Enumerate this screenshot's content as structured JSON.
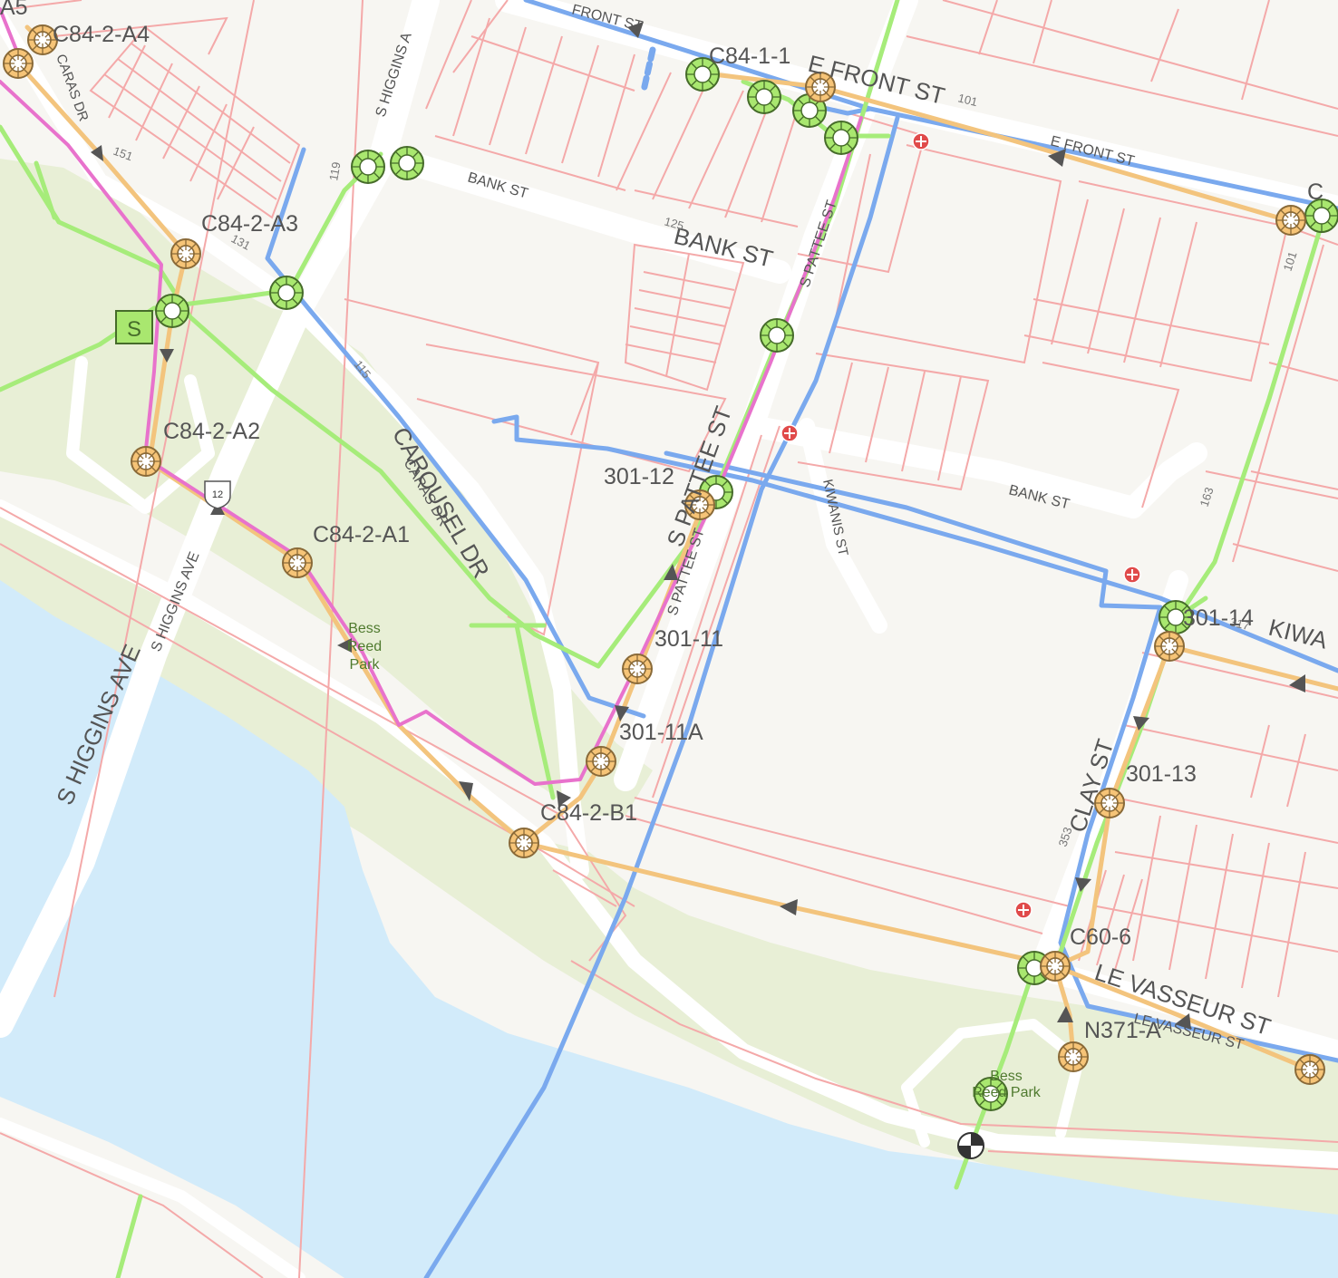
{
  "colors": {
    "land": "#f7f6f2",
    "park": "#e8efd6",
    "water": "#d2ebfa",
    "road": "#ffffff",
    "parcel": "#f4a9a9",
    "line_blue": "#7aa9ee",
    "line_orange": "#f3c47d",
    "line_green": "#a6ec7a",
    "line_pink": "#e872cc",
    "label": "#555555",
    "node_orange": "#f6c477",
    "node_green": "#a9e76f",
    "hydrant": "#e04a4a",
    "arrow": "#555555"
  },
  "labels": {
    "a5": "A5",
    "c84_2_a4": "C84-2-A4",
    "c84_2_a3": "C84-2-A3",
    "c84_2_a2": "C84-2-A2",
    "c84_2_a1": "C84-2-A1",
    "c84_2_b1": "C84-2-B1",
    "c84_1_1": "C84-1-1",
    "n301_12": "301-12",
    "n301_11": "301-11",
    "n301_11a": "301-11A",
    "n301_14": "301-14",
    "n301_13": "301-13",
    "c60_6": "C60-6",
    "n371_a": "N371-A",
    "c_edge": "C"
  },
  "streets": {
    "e_front_st_big": "E FRONT ST",
    "e_front_st_small": "E FRONT ST",
    "front_st_top": "FRONT ST",
    "bank_st_small": "BANK ST",
    "bank_st_big": "BANK ST",
    "bank_st_right": "BANK ST",
    "s_higgins_big": "S HIGGINS AVE",
    "s_higgins_small": "S HIGGINS AVE",
    "s_higgins_top": "S HIGGINS A",
    "caras_dr_top": "CARAS DR",
    "caras_dr_mid": "CARAS DR",
    "carousel_dr": "CAROUSEL DR",
    "s_pattee_big": "S PATTEE ST",
    "s_pattee_small": "S PATTEE ST",
    "s_pattee_top": "S PATTEE ST",
    "kiwanis_st": "KIWANIS ST",
    "kiwa": "KIWA",
    "clay_st_big": "CLAY ST",
    "le_vasseur_big": "LE VASSEUR ST",
    "le_vasseur_small": "LE VASSEUR ST",
    "hwy_shield": "12"
  },
  "numbers": {
    "n151": "151",
    "n131": "131",
    "n119": "119",
    "n115": "115",
    "n125": "125",
    "n101_top": "101",
    "n101_right": "101",
    "n163": "163",
    "n353": "353",
    "n317": "317"
  },
  "parks": {
    "bess_reed_1": "Bess",
    "bess_reed_2": "Reed",
    "bess_reed_3": "Park",
    "bess_reed_b1": "Bess",
    "bess_reed_b2": "Reed Park"
  },
  "substation": {
    "label": "S"
  }
}
